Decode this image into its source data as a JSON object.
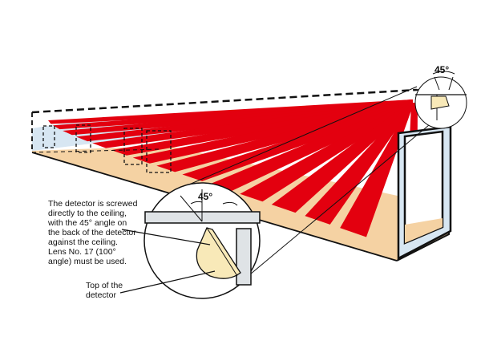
{
  "labels": {
    "angle_top": "45°",
    "angle_zoom": "45°",
    "description_lines": [
      "The detector is screwed",
      "directly to the ceiling,",
      "with the 45° angle on",
      "the back of the detector",
      "against the ceiling.",
      "Lens No. 17 (100°",
      "angle) must be used."
    ],
    "top_label_lines": [
      "Top of the",
      "detector"
    ]
  },
  "colors": {
    "beam": "#e3000f",
    "floor": "#f5d2a3",
    "wall": "#d7e6f2",
    "outline": "#111111",
    "detector": "#f8e9b8"
  },
  "beam_count": 14
}
